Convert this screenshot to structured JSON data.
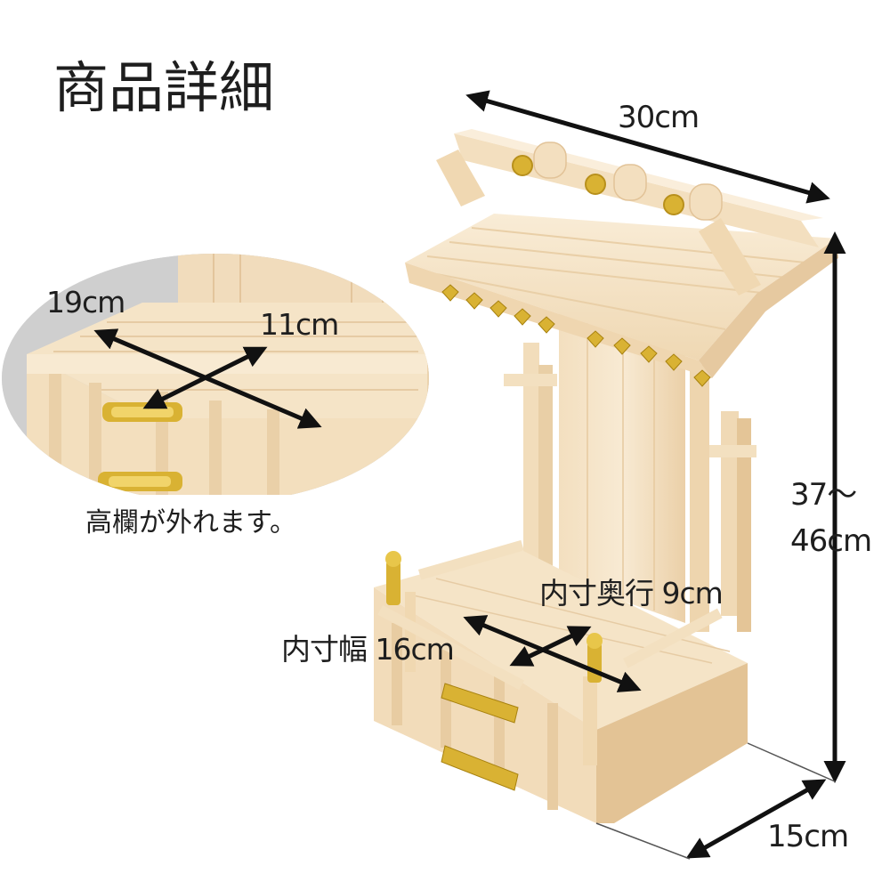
{
  "title": "商品詳細",
  "dimensions": {
    "width": "30cm",
    "height_line1": "37～",
    "height_line2": "46cm",
    "depth": "15cm"
  },
  "inset": {
    "width": "19cm",
    "depth": "11cm",
    "caption": "高欄が外れます。"
  },
  "inner": {
    "depth": "内寸奥行 9cm",
    "width": "内寸幅 16cm"
  },
  "colors": {
    "wood_light": "#f6e6cc",
    "wood_mid": "#ecd3ae",
    "wood_shadow": "#dcb98c",
    "gold": "#d9b233",
    "arrow": "#111111"
  }
}
